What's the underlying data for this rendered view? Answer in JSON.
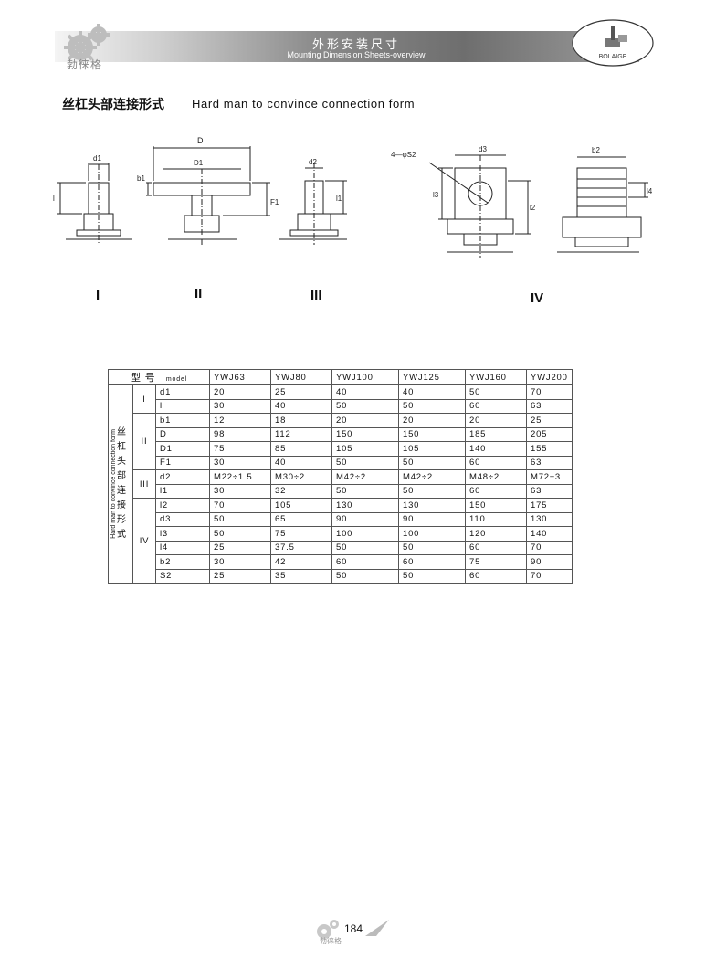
{
  "header": {
    "title_cn": "外形安装尺寸",
    "title_en": "Mounting Dimension Sheets-overview",
    "brand_cn": "勃徕格",
    "brand_en": "BOLAIGE"
  },
  "section": {
    "title_cn": "丝杠头部连接形式",
    "title_en": "Hard man to convince connection form"
  },
  "drawing_labels": {
    "D": "D",
    "D1": "D1",
    "d1": "d1",
    "l": "l",
    "b1": "b1",
    "F1": "F1",
    "d2": "d2",
    "l1": "l1",
    "S2": "4—φS2",
    "d3": "d3",
    "l3": "l3",
    "l2": "l2",
    "b2": "b2",
    "l4": "l4"
  },
  "roman": [
    "I",
    "II",
    "III",
    "IV"
  ],
  "table": {
    "corner_cn": "型 号",
    "corner_en": "model",
    "side_en": "Hard man to convince connection form",
    "side_cn": [
      "丝",
      "杠",
      "头",
      "部",
      "连",
      "接",
      "形",
      "式"
    ],
    "models": [
      "YWJ63",
      "YWJ80",
      "YWJ100",
      "YWJ125",
      "YWJ160",
      "YWJ200"
    ],
    "groups": [
      {
        "label": "I",
        "rows": [
          {
            "name": "d1",
            "values": [
              "20",
              "25",
              "40",
              "40",
              "50",
              "70"
            ]
          },
          {
            "name": "l",
            "values": [
              "30",
              "40",
              "50",
              "50",
              "60",
              "63"
            ]
          }
        ]
      },
      {
        "label": "II",
        "rows": [
          {
            "name": "b1",
            "values": [
              "12",
              "18",
              "20",
              "20",
              "20",
              "25"
            ]
          },
          {
            "name": "D",
            "values": [
              "98",
              "112",
              "150",
              "150",
              "185",
              "205"
            ]
          },
          {
            "name": "D1",
            "values": [
              "75",
              "85",
              "105",
              "105",
              "140",
              "155"
            ]
          },
          {
            "name": "F1",
            "values": [
              "30",
              "40",
              "50",
              "50",
              "60",
              "63"
            ]
          }
        ]
      },
      {
        "label": "III",
        "rows": [
          {
            "name": "d2",
            "values": [
              "M22÷1.5",
              "M30÷2",
              "M42÷2",
              "M42÷2",
              "M48÷2",
              "M72÷3"
            ]
          },
          {
            "name": "l1",
            "values": [
              "30",
              "32",
              "50",
              "50",
              "60",
              "63"
            ]
          }
        ]
      },
      {
        "label": "IV",
        "rows": [
          {
            "name": "l2",
            "values": [
              "70",
              "105",
              "130",
              "130",
              "150",
              "175"
            ]
          },
          {
            "name": "d3",
            "values": [
              "50",
              "65",
              "90",
              "90",
              "110",
              "130"
            ]
          },
          {
            "name": "l3",
            "values": [
              "50",
              "75",
              "100",
              "100",
              "120",
              "140"
            ]
          },
          {
            "name": "l4",
            "values": [
              "25",
              "37.5",
              "50",
              "50",
              "60",
              "70"
            ]
          },
          {
            "name": "b2",
            "values": [
              "30",
              "42",
              "60",
              "60",
              "75",
              "90"
            ]
          },
          {
            "name": "S2",
            "values": [
              "25",
              "35",
              "50",
              "50",
              "60",
              "70"
            ]
          }
        ]
      }
    ]
  },
  "footer": {
    "page_number": "184",
    "brand_cn": "勃徕格"
  }
}
